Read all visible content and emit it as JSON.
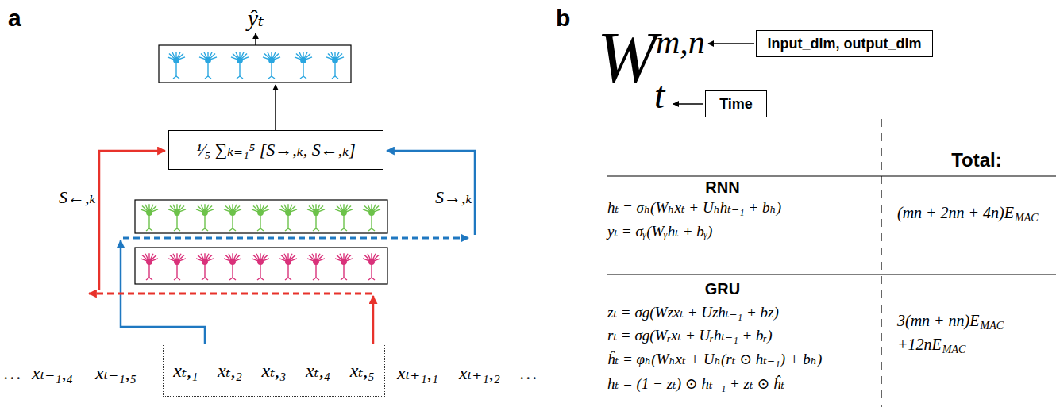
{
  "diagram": {
    "nodes": [
      {
        "text": [
          "¹⁄₅ ∑ₖ₌₁⁵ [S→,ₖ, S←,ₖ]"
        ]
      },
      {
        "text": [
          "xₜ,₁",
          "xₜ,₂",
          "xₜ,₃",
          "xₜ,₄",
          "xₜ,₅"
        ]
      },
      {
        "text": [
          "Input_dim, output_dim"
        ]
      },
      {
        "text": [
          "Time"
        ]
      }
    ],
    "labels": [
      "a",
      "b",
      "ŷₜ",
      "S←,ₖ",
      "S→,ₖ",
      "…",
      "xₜ₋₁,₄",
      "xₜ₋₁,₅",
      "xₜ₊₁,₁",
      "xₜ₊₁,₂",
      "…",
      "W",
      "m,n",
      "t",
      "Total:",
      "RNN",
      "hₜ = σₕ(Wₕxₜ + Uₕhₜ₋₁ + bₕ)",
      "yₜ = σᵧ(Wᵧhₜ + bᵧ)",
      "(mn + 2nn + 4n)E",
      "MAC",
      "GRU",
      "zₜ = σg(Wzxₜ + Uzhₜ₋₁ + bz)",
      "rₜ = σg(Wᵣxₜ + Uᵣhₜ₋₁ + bᵣ)",
      "ĥₜ = φₕ(Wₕxₜ + Uₕ(rₜ ⊙ hₜ₋₁) + bₕ)",
      "hₜ = (1 − zₜ) ⊙ hₜ₋₁ + zₜ ⊙ ĥₜ",
      "3(mn + nn)E",
      "MAC",
      "+12nE",
      "MAC"
    ]
  }
}
